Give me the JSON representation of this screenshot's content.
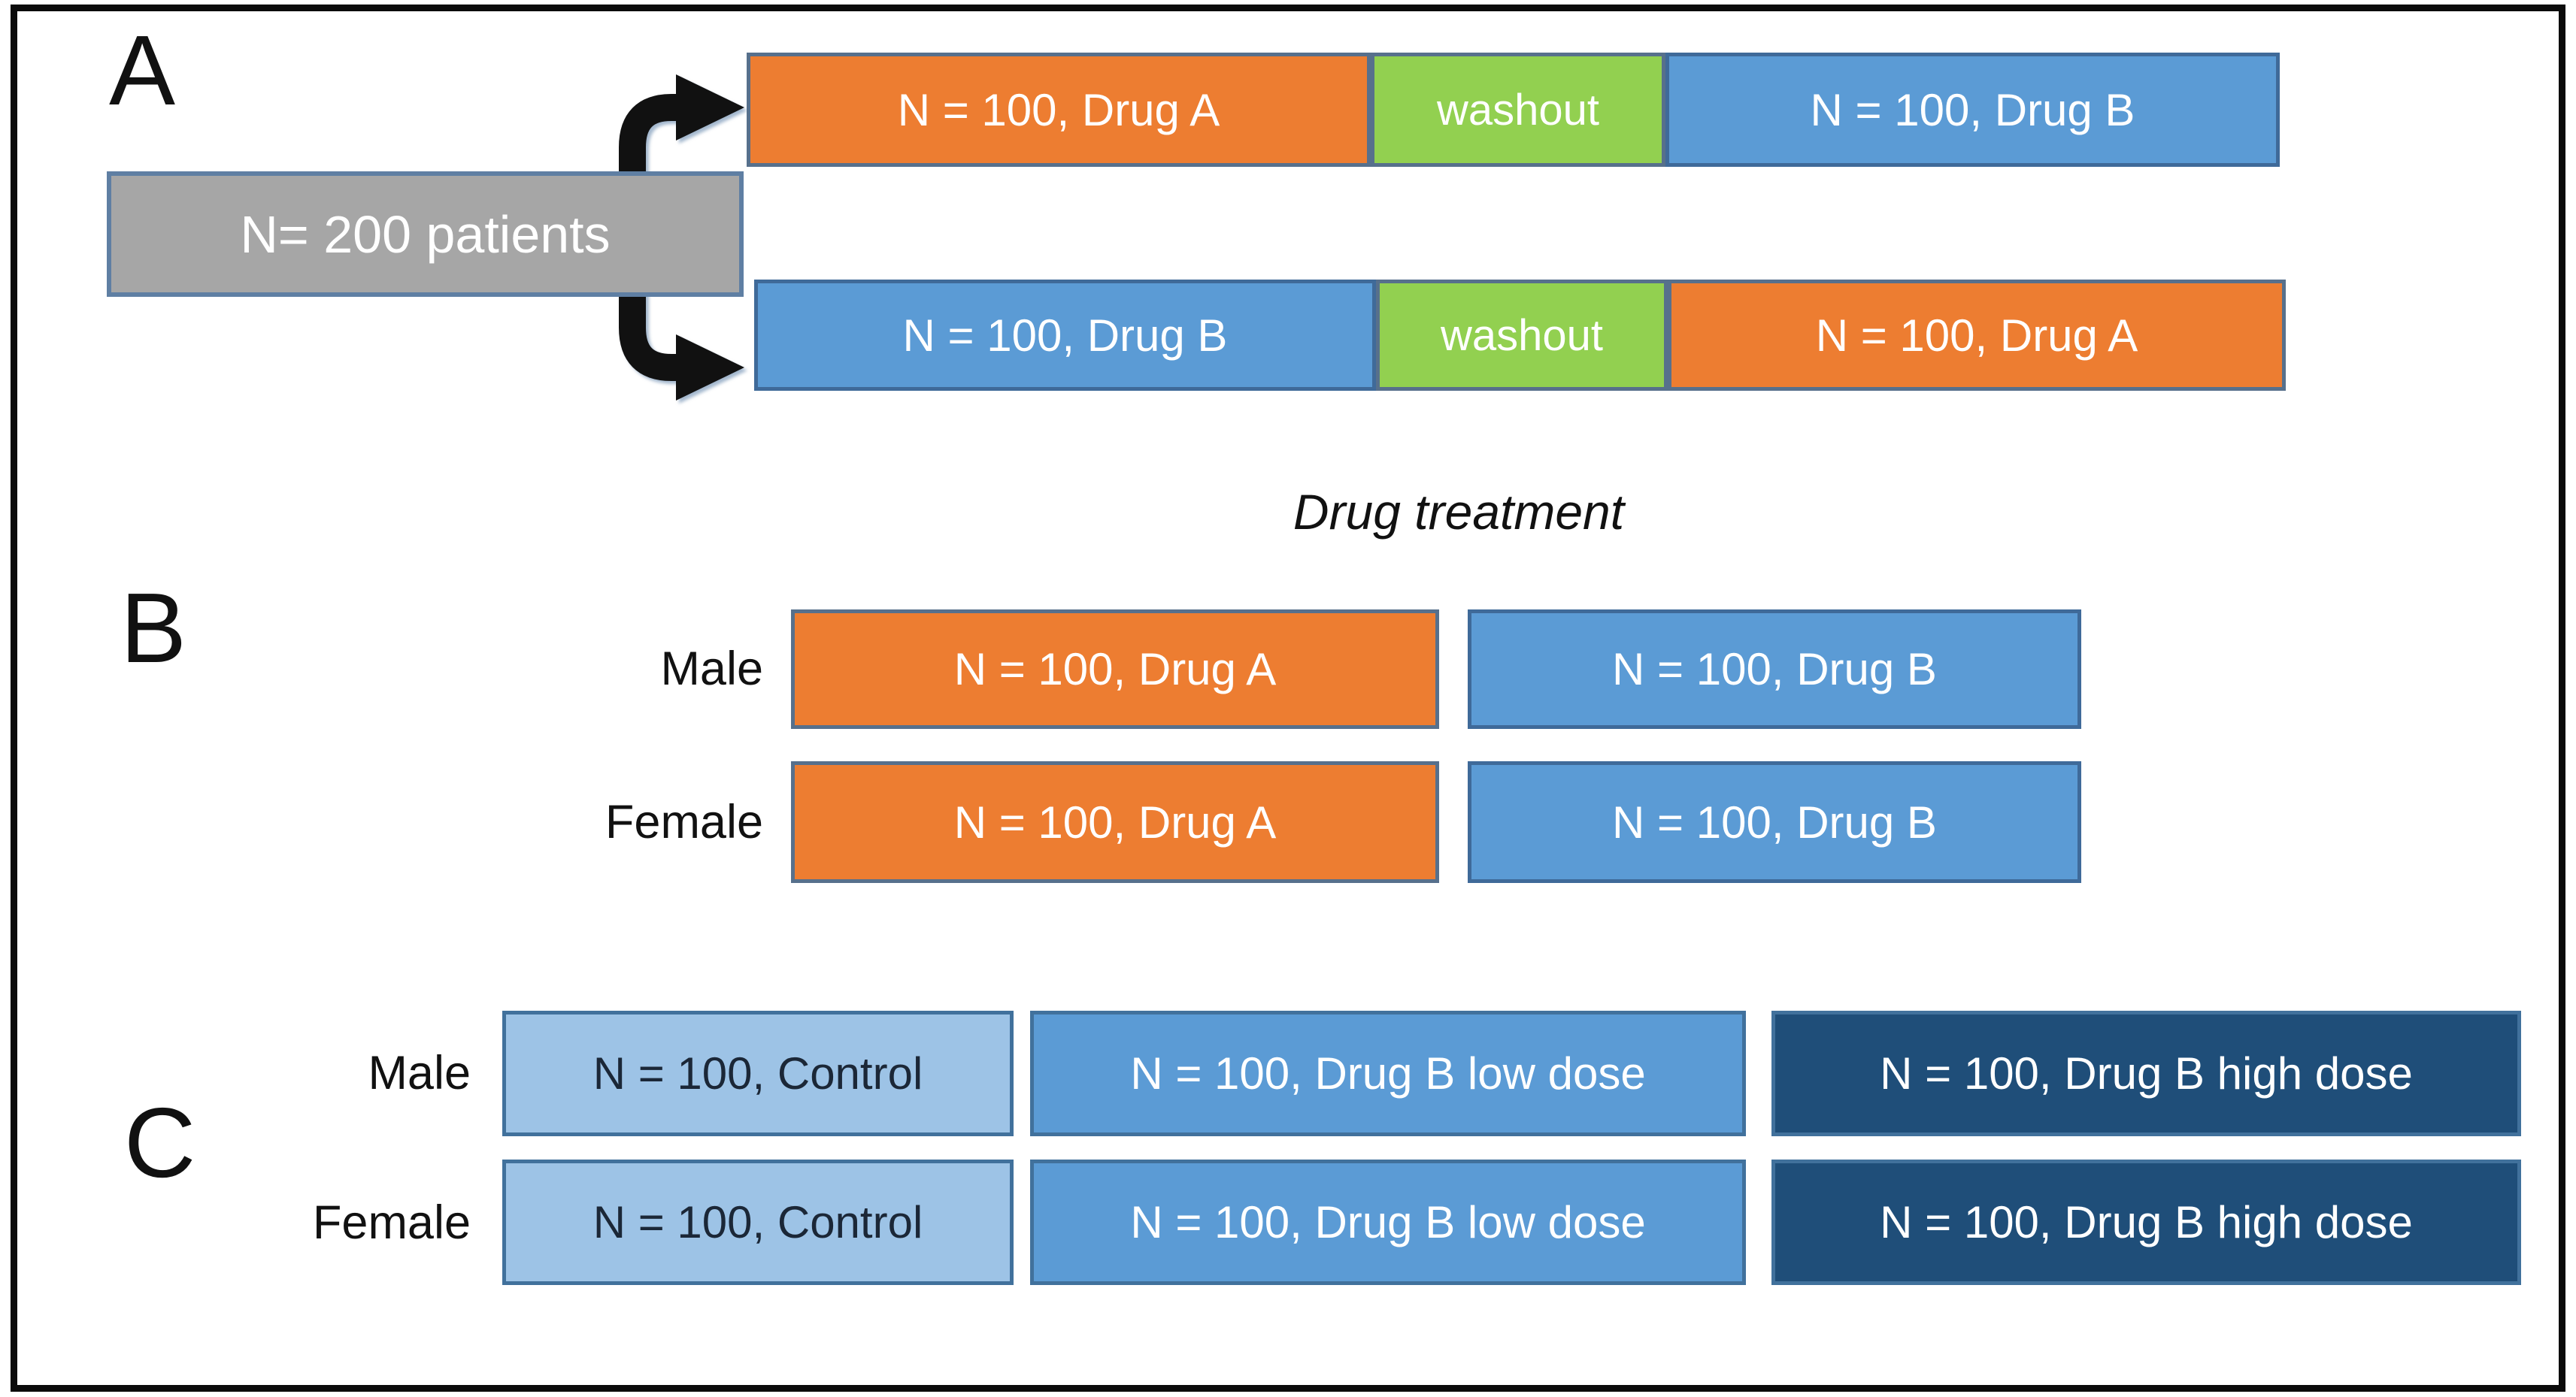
{
  "a": {
    "label": "A",
    "patients": "N= 200 patients",
    "seq1": {
      "first": "N = 100, Drug A",
      "washout": "washout",
      "second": "N = 100, Drug B"
    },
    "seq2": {
      "first": "N = 100, Drug B",
      "washout": "washout",
      "second": "N = 100, Drug A"
    }
  },
  "b": {
    "label": "B",
    "title": "Drug treatment",
    "male_label": "Male",
    "female_label": "Female",
    "male": {
      "drug_a": "N = 100, Drug A",
      "drug_b": "N = 100, Drug B"
    },
    "female": {
      "drug_a": "N = 100, Drug A",
      "drug_b": "N = 100, Drug B"
    }
  },
  "c": {
    "label": "C",
    "male_label": "Male",
    "female_label": "Female",
    "male": {
      "control": "N = 100, Control",
      "low": "N = 100, Drug B low dose",
      "high": "N = 100, Drug B high dose"
    },
    "female": {
      "control": "N = 100, Control",
      "low": "N = 100, Drug B low dose",
      "high": "N = 100, Drug B high dose"
    }
  },
  "colors": {
    "drug_a_orange": "#ED7D31",
    "drug_b_blue": "#5B9BD5",
    "washout_green": "#92D050",
    "patients_gray": "#A6A6A6",
    "control_light_blue": "#9DC3E6",
    "low_dose_blue": "#5B9BD5",
    "high_dose_navy": "#1F4E79",
    "arrow_black": "#111111",
    "box_border_steel": "#41719C",
    "frame_black": "#0b0b0b"
  }
}
